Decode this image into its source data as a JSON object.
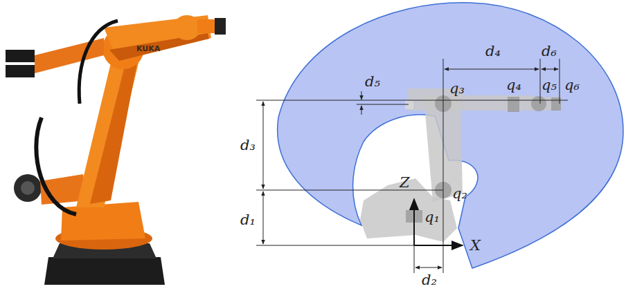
{
  "diagram": {
    "labels": [
      "KUKA",
      "d₄",
      "d₆",
      "d₅",
      "q₃",
      "q₄",
      "q₅",
      "q₆",
      "d₃",
      "Z",
      "q₂",
      "d₁",
      "q₁",
      "X",
      "d₂"
    ]
  }
}
